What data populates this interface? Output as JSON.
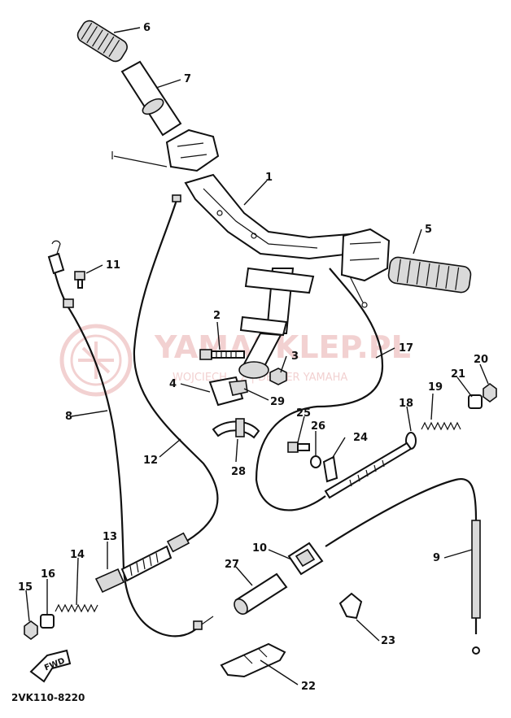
{
  "watermark": {
    "title": "YAMASKLEP.PL",
    "subtitle": "WOJCIECH ...Z | DEALER YAMAHA",
    "color": "#e8a6a6"
  },
  "diagram_code": "2VK110-8220",
  "fwd_label": "FWD",
  "callouts": {
    "c1": "1",
    "c2": "2",
    "c3": "3",
    "c4": "4",
    "c5": "5",
    "c6": "6",
    "c7": "7",
    "c8": "8",
    "c9": "9",
    "c10": "10",
    "c11": "11",
    "c12": "12",
    "c13": "13",
    "c14": "14",
    "c15": "15",
    "c16": "16",
    "c17": "17",
    "c18": "18",
    "c19": "19",
    "c20": "20",
    "c21": "21",
    "c22": "22",
    "c23": "23",
    "c24": "24",
    "c25": "25",
    "c26": "26",
    "c27": "27",
    "c28": "28",
    "c29": "29"
  }
}
